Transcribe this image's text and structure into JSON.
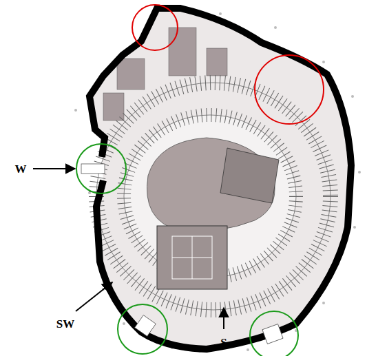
{
  "diagram": {
    "labels": [
      "W",
      "SW",
      "S"
    ]
  }
}
